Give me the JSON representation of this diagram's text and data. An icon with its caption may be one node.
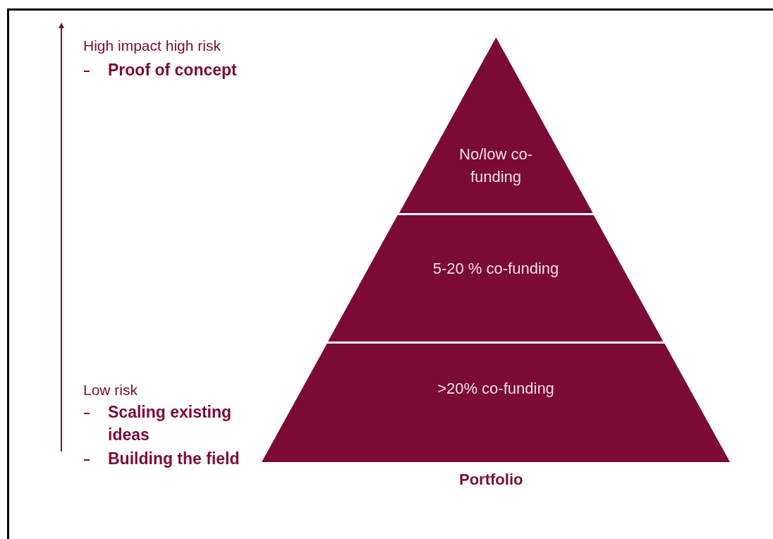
{
  "diagram": {
    "nodes": [
      {
        "text": [
          "No/low co-funding"
        ]
      },
      {
        "text": [
          "5-20 % co-funding"
        ]
      },
      {
        "text": [
          ">20% co-funding"
        ]
      }
    ],
    "edges": [],
    "labels": [
      "High impact high risk",
      "Proof of concept",
      "Low risk",
      "Scaling existing ideas",
      "Building the field",
      "Portfolio"
    ]
  }
}
